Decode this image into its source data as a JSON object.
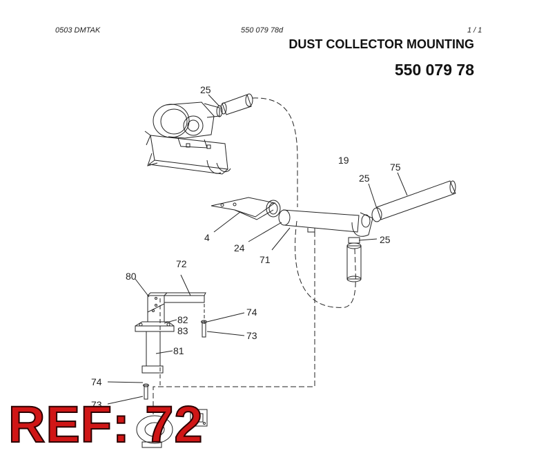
{
  "header": {
    "left": "0503   DMTAK",
    "center": "550 079 78d",
    "right": "1 /   1"
  },
  "title": "DUST COLLECTOR MOUNTING",
  "part_number": "550 079 78",
  "callouts": [
    "25",
    "19",
    "75",
    "25",
    "25",
    "4",
    "24",
    "71",
    "72",
    "80",
    "74",
    "82",
    "83",
    "73",
    "81",
    "74",
    "73"
  ],
  "ref_stamp": "REF: 72",
  "colors": {
    "stamp": "#d01616"
  }
}
